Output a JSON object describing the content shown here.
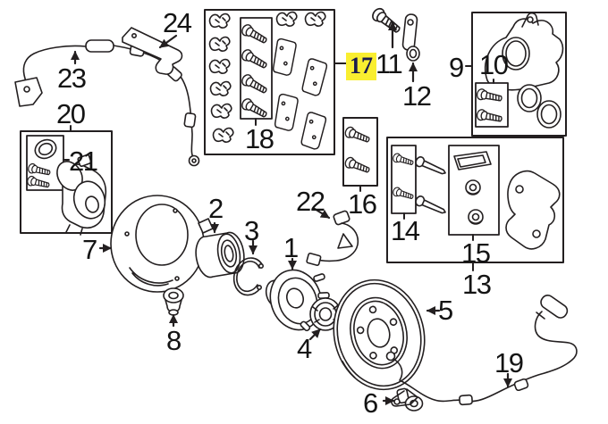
{
  "colors": {
    "background": "#ffffff",
    "line": "#231f20",
    "label": "#141414",
    "highlight_bg": "#f9ee30",
    "highlight_number": "#1b1b4d"
  },
  "diagram": {
    "type": "exploded-parts-diagram",
    "selected_callout": "17",
    "callouts": [
      {
        "number": "1",
        "highlighted": false
      },
      {
        "number": "2",
        "highlighted": false
      },
      {
        "number": "3",
        "highlighted": false
      },
      {
        "number": "4",
        "highlighted": false
      },
      {
        "number": "5",
        "highlighted": false
      },
      {
        "number": "6",
        "highlighted": false
      },
      {
        "number": "7",
        "highlighted": false
      },
      {
        "number": "8",
        "highlighted": false
      },
      {
        "number": "9",
        "highlighted": false
      },
      {
        "number": "10",
        "highlighted": false
      },
      {
        "number": "11",
        "highlighted": false
      },
      {
        "number": "12",
        "highlighted": false
      },
      {
        "number": "13",
        "highlighted": false
      },
      {
        "number": "14",
        "highlighted": false
      },
      {
        "number": "15",
        "highlighted": false
      },
      {
        "number": "16",
        "highlighted": false
      },
      {
        "number": "17",
        "highlighted": true
      },
      {
        "number": "18",
        "highlighted": false
      },
      {
        "number": "19",
        "highlighted": false
      },
      {
        "number": "20",
        "highlighted": false
      },
      {
        "number": "21",
        "highlighted": false
      },
      {
        "number": "22",
        "highlighted": false
      },
      {
        "number": "23",
        "highlighted": false
      },
      {
        "number": "24",
        "highlighted": false
      }
    ]
  }
}
